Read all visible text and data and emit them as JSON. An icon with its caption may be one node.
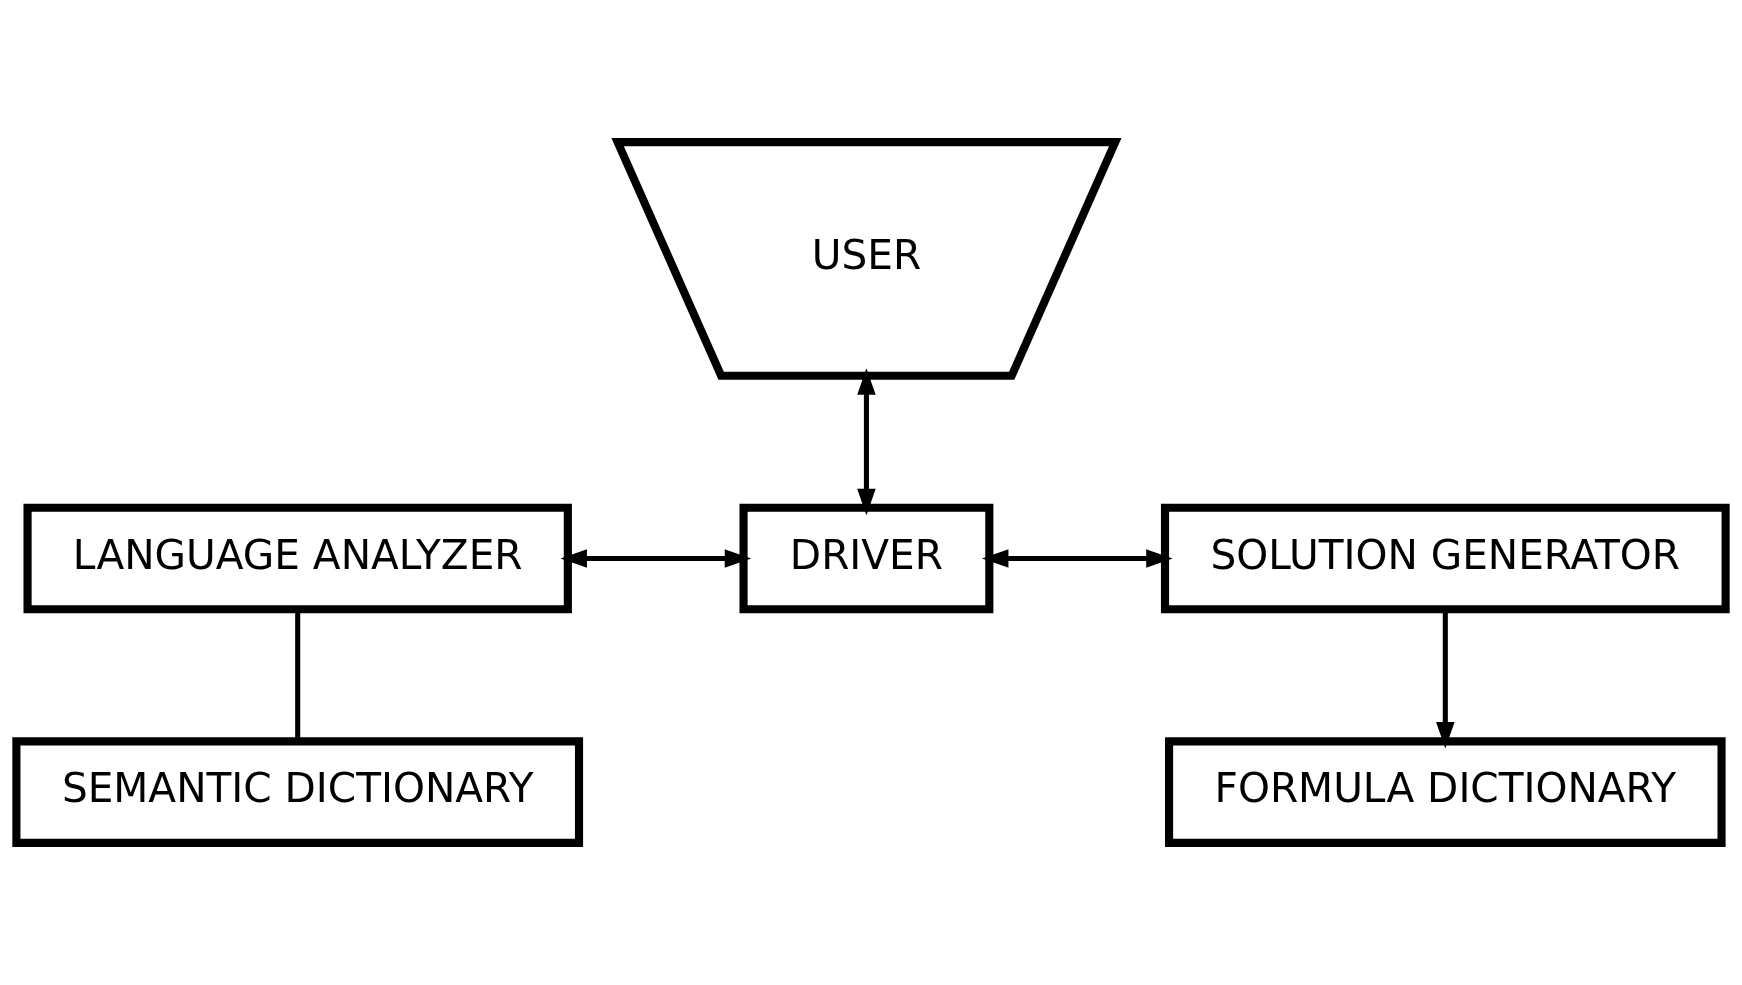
{
  "diagram": {
    "nodes": [
      {
        "text": [
          "USER"
        ]
      },
      {
        "text": [
          "LANGUAGE ANALYZER"
        ]
      },
      {
        "text": [
          "DRIVER"
        ]
      },
      {
        "text": [
          "SOLUTION GENERATOR"
        ]
      },
      {
        "text": [
          "SEMANTIC DICTIONARY"
        ]
      },
      {
        "text": [
          "FORMULA DICTIONARY"
        ]
      }
    ],
    "edges": [
      {
        "from": 0,
        "to": 2,
        "arrow": "both"
      },
      {
        "from": 1,
        "to": 2,
        "arrow": "both"
      },
      {
        "from": 2,
        "to": 3,
        "arrow": "both"
      },
      {
        "from": 1,
        "to": 4,
        "arrow": "none"
      },
      {
        "from": 3,
        "to": 5,
        "arrow": "to"
      }
    ]
  }
}
